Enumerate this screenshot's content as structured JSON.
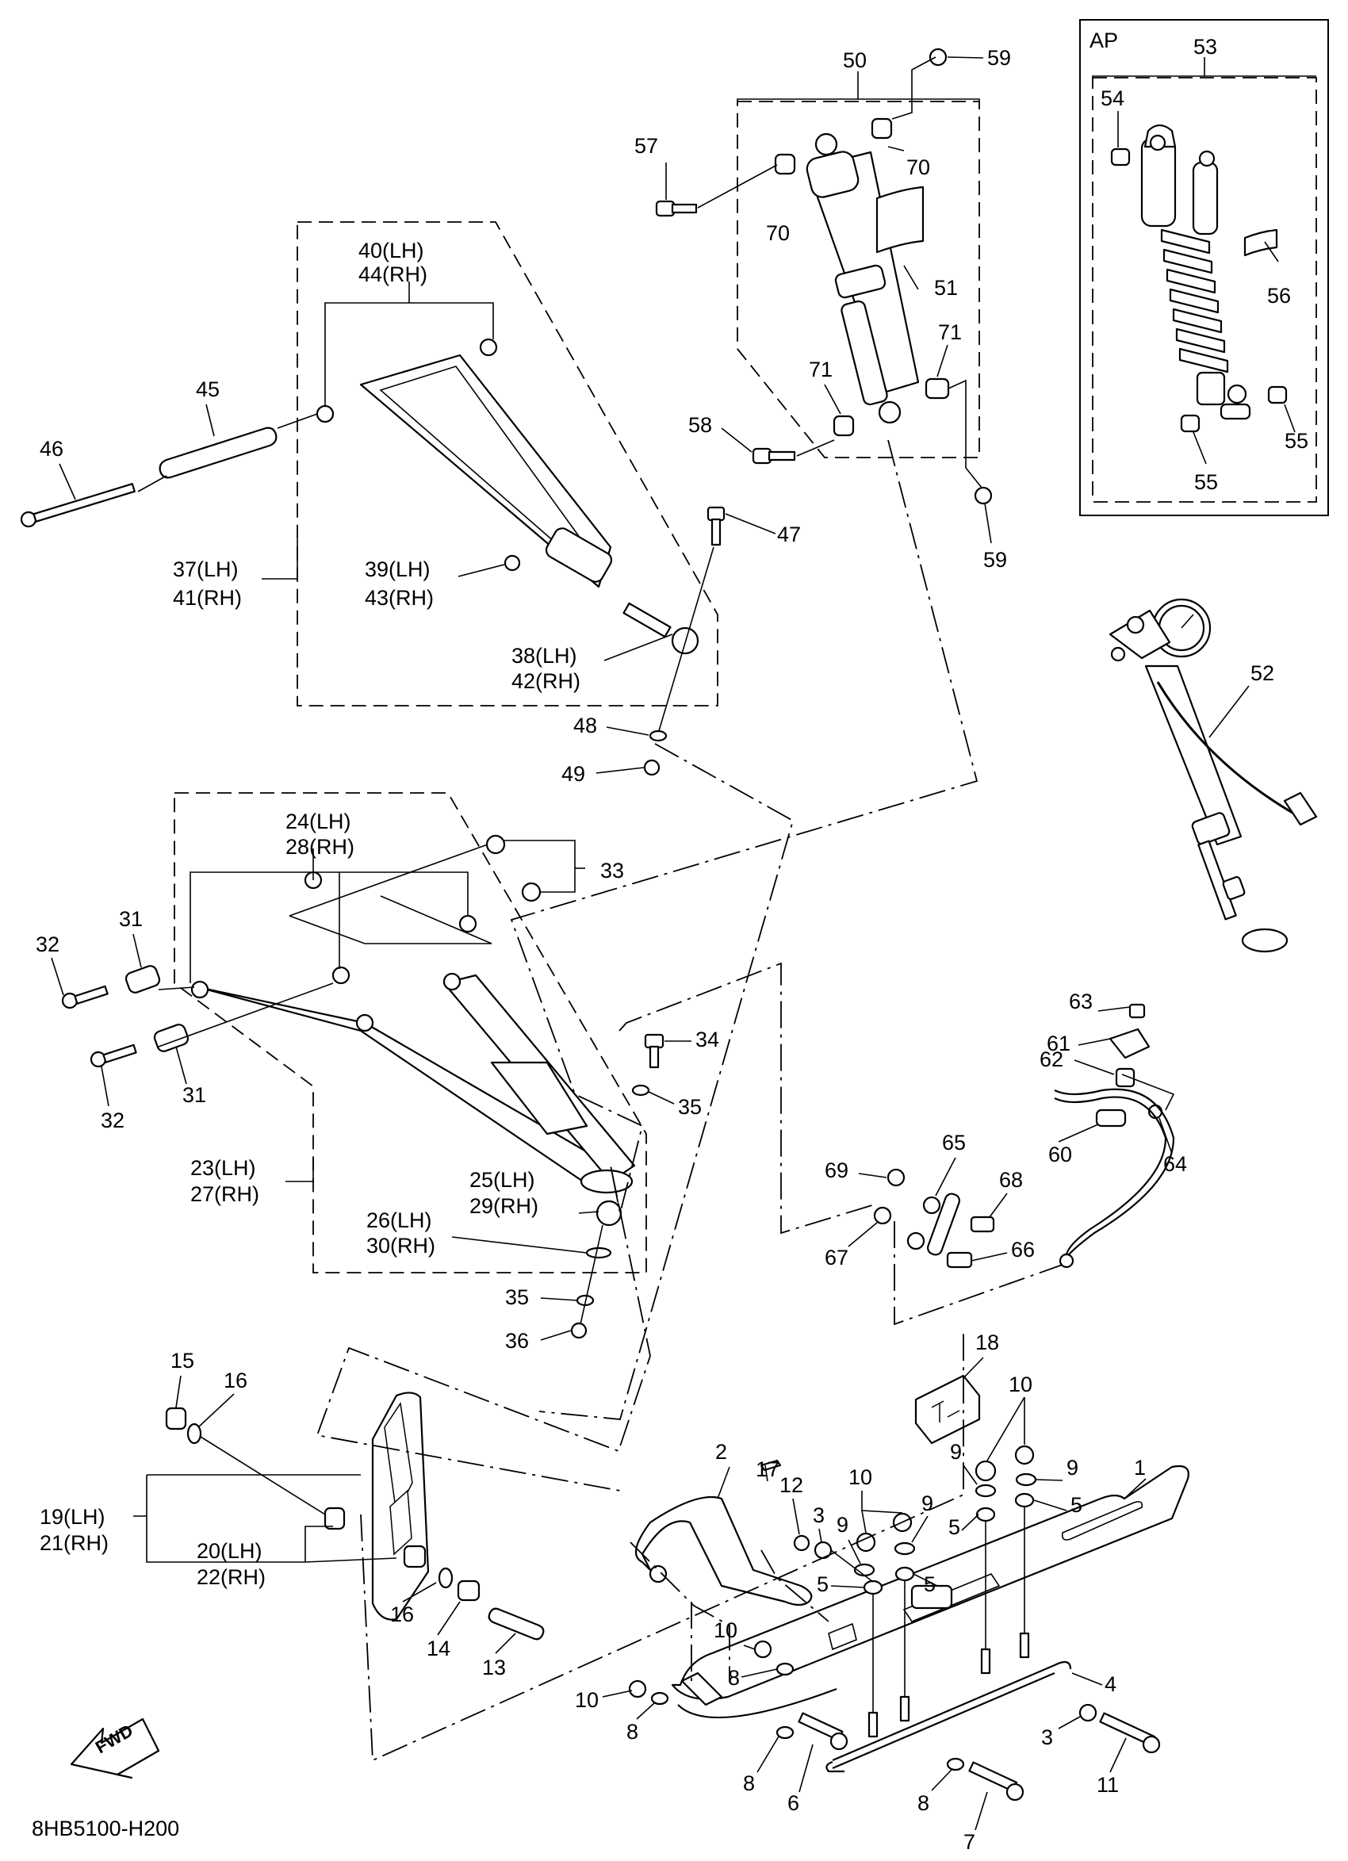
{
  "diagram_code": "8HB5100-H200",
  "ap_box_label": "AP",
  "fwd_label": "FWD",
  "callouts": {
    "c1": "1",
    "c2": "2",
    "c3a": "3",
    "c3b": "3",
    "c4": "4",
    "c5a": "5",
    "c5b": "5",
    "c5c": "5",
    "c5d": "5",
    "c6": "6",
    "c7": "7",
    "c8a": "8",
    "c8b": "8",
    "c8c": "8",
    "c8d": "8",
    "c9a": "9",
    "c9b": "9",
    "c9c": "9",
    "c9d": "9",
    "c10a": "10",
    "c10b": "10",
    "c10c": "10",
    "c10d": "10",
    "c11": "11",
    "c12": "12",
    "c13": "13",
    "c14": "14",
    "c15": "15",
    "c16a": "16",
    "c16b": "16",
    "c17": "17",
    "c18": "18",
    "c19": "19(LH)",
    "c21": "21(RH)",
    "c20": "20(LH)",
    "c22": "22(RH)",
    "c23": "23(LH)",
    "c27": "27(RH)",
    "c24": "24(LH)",
    "c28": "28(RH)",
    "c25": "25(LH)",
    "c29": "29(RH)",
    "c26": "26(LH)",
    "c30": "30(RH)",
    "c31a": "31",
    "c31b": "31",
    "c32a": "32",
    "c32b": "32",
    "c33": "33",
    "c34": "34",
    "c35a": "35",
    "c35b": "35",
    "c36": "36",
    "c37": "37(LH)",
    "c41": "41(RH)",
    "c38": "38(LH)",
    "c42": "42(RH)",
    "c39": "39(LH)",
    "c43": "43(RH)",
    "c40": "40(LH)",
    "c44": "44(RH)",
    "c45": "45",
    "c46": "46",
    "c47": "47",
    "c48": "48",
    "c49": "49",
    "c50": "50",
    "c51": "51",
    "c52": "52",
    "c53": "53",
    "c54": "54",
    "c55a": "55",
    "c55b": "55",
    "c56": "56",
    "c57": "57",
    "c58": "58",
    "c59a": "59",
    "c59b": "59",
    "c60": "60",
    "c61": "61",
    "c62": "62",
    "c63": "63",
    "c64": "64",
    "c65": "65",
    "c66": "66",
    "c67": "67",
    "c68": "68",
    "c69": "69",
    "c70a": "70",
    "c70b": "70",
    "c71a": "71",
    "c71b": "71"
  }
}
